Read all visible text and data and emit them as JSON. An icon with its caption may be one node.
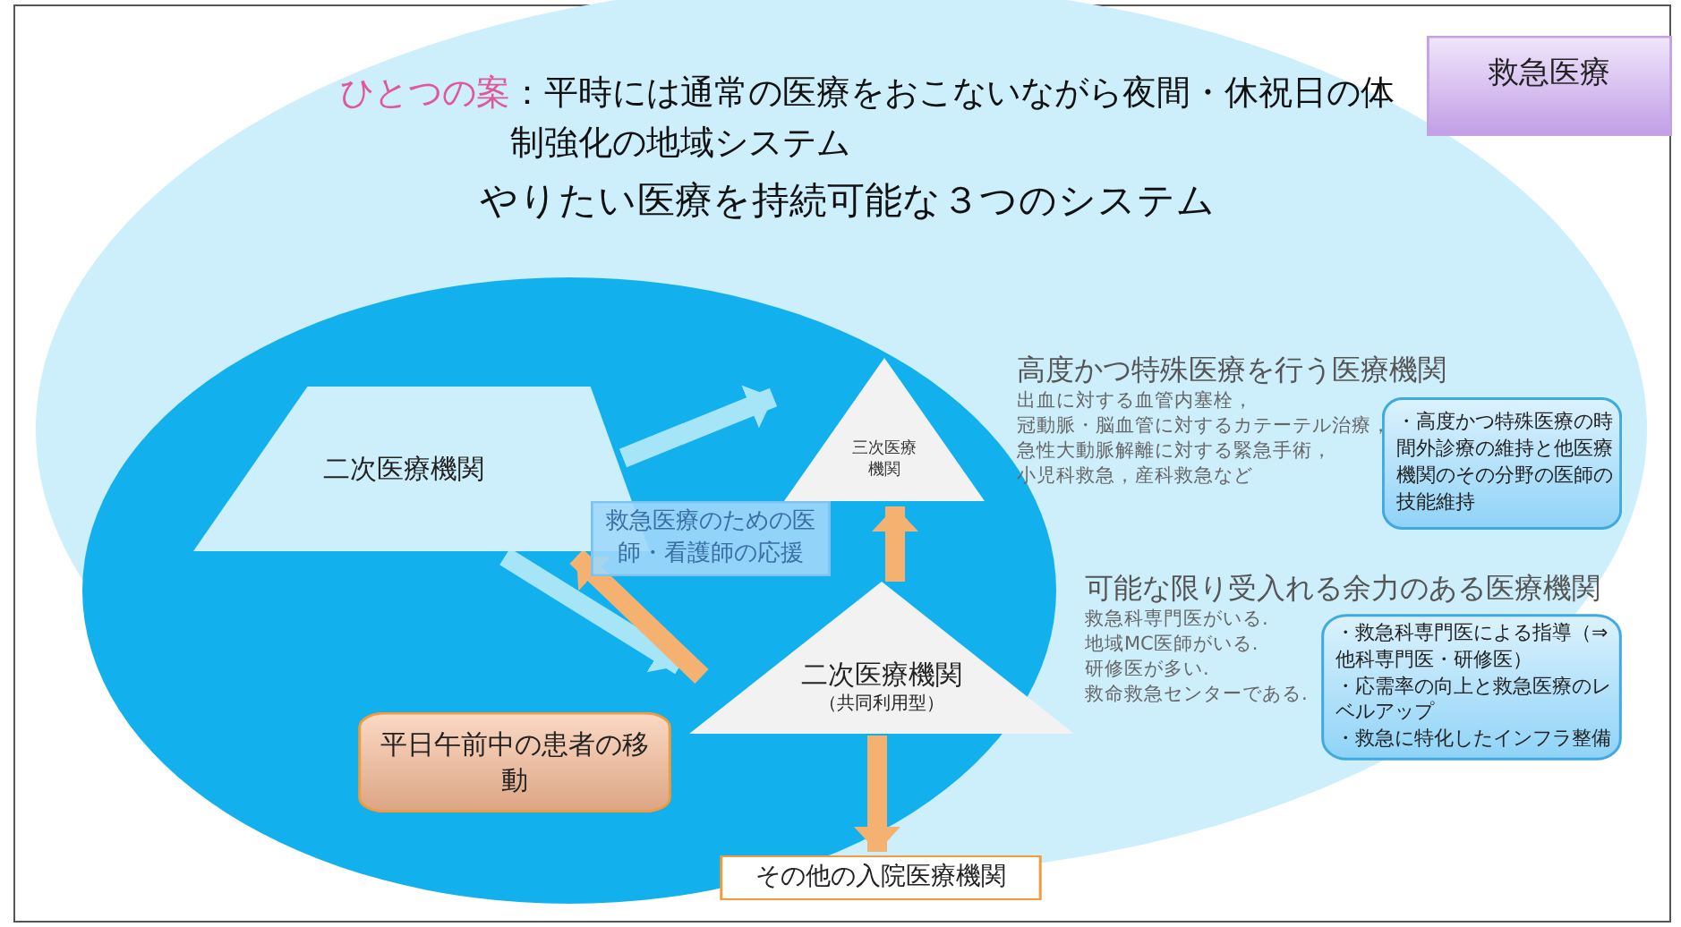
{
  "diagram": {
    "title": "：平時には通常の医療をおこないながら夜間・休祝日の体制強化の地域システム",
    "nodes": [
      {
        "text": [
          "二次医療機関"
        ]
      },
      {
        "text": [
          "三次医療機関"
        ],
        "beside": [
          "高度かつ特殊医療を行う医療機関",
          "出血に対する血管内塞栓，",
          "冠動脈・脳血管に対するカテーテル治療，",
          "急性大動脈解離に対する緊急手術，",
          "小児科救急，産科救急など"
        ]
      },
      {
        "text": [
          "二次医療機関",
          "（共同利用型）"
        ],
        "beside": [
          "可能な限り受入れる余力のある医療機関",
          "救急科専門医がいる.",
          "地域MC医師がいる.",
          "研修医が多い.",
          "救命救急センターである."
        ]
      },
      {
        "text": [
          "救急医療のための医師・看護師の応援"
        ]
      },
      {
        "text": [
          "平日午前中の患者の移動"
        ]
      },
      {
        "text": [
          "その他の入院医療機関"
        ]
      },
      {
        "text": [
          "救急医療"
        ]
      },
      {
        "text": [
          "・高度かつ特殊医療の時間外診療の維持と他医療機関のその分野の医師の技能維持"
        ]
      },
      {
        "text": [
          "・救急科専門医による指導（⇒他科専門医・研修医）",
          "・応需率の向上と救急医療のレベルアップ",
          "・救急に特化したインフラ整備"
        ]
      }
    ],
    "edges": [
      {
        "from": 0,
        "to": 1,
        "arrow": "to",
        "color": "#a6e4f8"
      },
      {
        "from": 0,
        "to": 2,
        "arrow": "to",
        "color": "#a6e4f8"
      },
      {
        "from": 2,
        "to": 0,
        "arrow": "to"
      },
      {
        "from": 2,
        "to": 1,
        "arrow": "to"
      },
      {
        "from": 2,
        "to": 5,
        "arrow": "to"
      }
    ],
    "labels": [
      "ひとつの案",
      "やりたい医療を持続可能な３つのシステム"
    ]
  }
}
